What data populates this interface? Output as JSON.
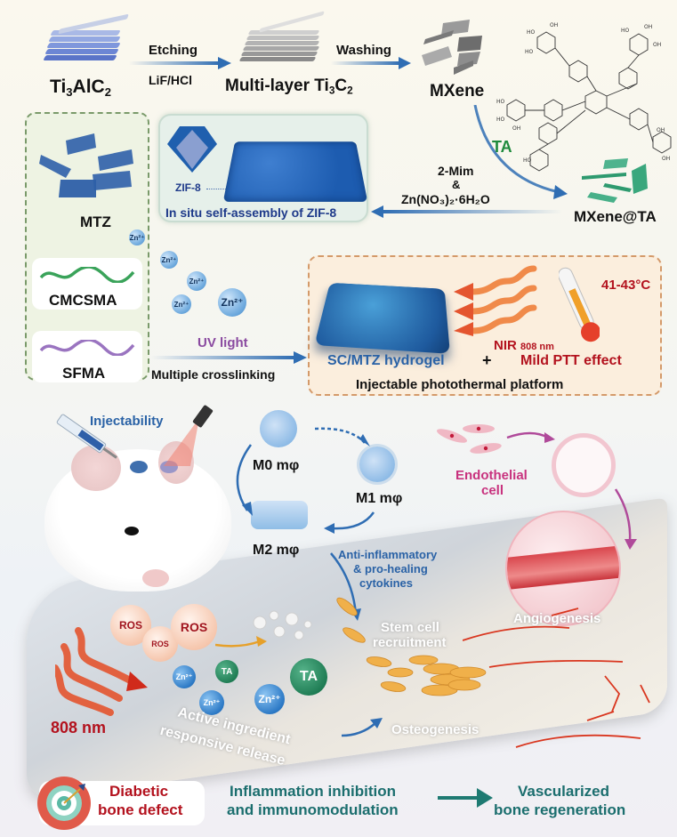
{
  "synthesis": {
    "ti3alc2": {
      "main": "Ti",
      "sub1": "3",
      "mid": "AlC",
      "sub2": "2"
    },
    "etching": {
      "top": "Etching",
      "bottom": "LiF/HCl"
    },
    "multilayer": {
      "main": "Multi-layer Ti",
      "sub1": "3",
      "mid": "C",
      "sub2": "2"
    },
    "washing": "Washing",
    "mxene": "MXene",
    "ta_label": "TA",
    "mxene_ta": "MXene@TA",
    "zif_reagents": {
      "line1": "2-Mim",
      "line2": "&",
      "line3": "Zn(NO₃)₂·6H₂O"
    },
    "zif_label": "ZIF-8",
    "zif_caption": "In situ self-assembly of ZIF-8",
    "mtz": "MTZ",
    "zn_ion": "Zn²⁺"
  },
  "components": {
    "cmcsma": "CMCSMA",
    "sfma": "SFMA",
    "uv": "UV light",
    "crosslink": "Multiple crosslinking"
  },
  "platform": {
    "temperature": "41-43°C",
    "nir": "NIR",
    "nir_wavelength": "808 nm",
    "hydrogel": "SC/MTZ hydrogel",
    "plus": "+",
    "ptt": "Mild PTT effect",
    "caption": "Injectable photothermal platform"
  },
  "biology": {
    "injectability": "Injectability",
    "m0": "M0 mφ",
    "m1": "M1 mφ",
    "m2": "M2 mφ",
    "endothelial": {
      "line1": "Endothelial",
      "line2": "cell"
    },
    "cytokines": {
      "line1": "Anti-inflammatory",
      "line2": "& pro-healing",
      "line3": "cytokines"
    },
    "angiogenesis": "Angiogenesis",
    "stem_cell": {
      "line1": "Stem cell",
      "line2": "recruitment"
    },
    "osteogenesis": "Osteogenesis",
    "ros": "ROS",
    "ta": "TA",
    "nir_808": "808 nm",
    "release": {
      "line1": "Active ingredient",
      "line2": "responsive release"
    }
  },
  "outcome": {
    "defect": {
      "line1": "Diabetic",
      "line2": "bone defect"
    },
    "inhibition": {
      "line1": "Inflammation inhibition",
      "line2": "and immunomodulation"
    },
    "regeneration": {
      "line1": "Vascularized",
      "line2": "bone regeneration"
    }
  },
  "colors": {
    "arrow_blue": "#2f6db3",
    "text_red": "#b3121e",
    "text_teal": "#1b6e6e",
    "text_pink": "#c8327e",
    "text_purple": "#8a4aa0",
    "ta_green": "#1e8a3c"
  }
}
